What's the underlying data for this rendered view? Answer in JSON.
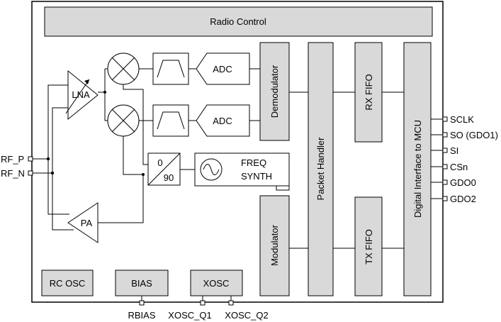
{
  "blocks": {
    "radio_control": "Radio Control",
    "adc_top": "ADC",
    "adc_bottom": "ADC",
    "demodulator": "Demodulator",
    "modulator": "Modulator",
    "packet_handler": "Packet Handler",
    "rx_fifo": "RX FIFO",
    "tx_fifo": "TX FIFO",
    "digital_interface": "Digital Interface to MCU",
    "lna": "LNA",
    "pa": "PA",
    "phase_0": "0",
    "phase_90": "90",
    "freq_synth_line1": "FREQ",
    "freq_synth_line2": "SYNTH",
    "rc_osc": "RC OSC",
    "bias": "BIAS",
    "xosc": "XOSC"
  },
  "pins_left": [
    "RF_P",
    "RF_N"
  ],
  "pins_right": [
    "SCLK",
    "SO (GDO1)",
    "SI",
    "CSn",
    "GDO0",
    "GDO2"
  ],
  "pins_bottom": [
    "RBIAS",
    "XOSC_Q1",
    "XOSC_Q2"
  ]
}
